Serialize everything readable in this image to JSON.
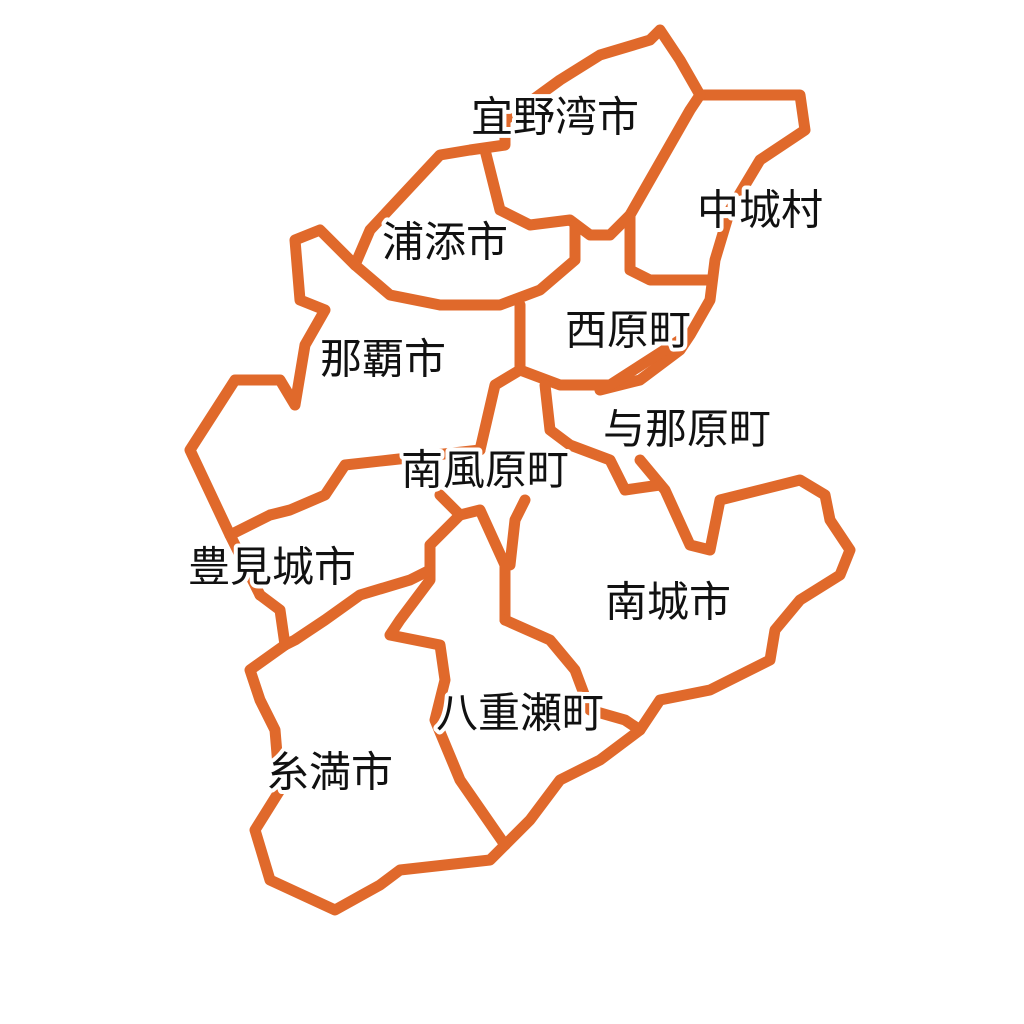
{
  "map": {
    "border_color": "#E0692B",
    "label_color": "#111111",
    "regions": [
      {
        "id": "ginowan",
        "name": "宜野湾市"
      },
      {
        "id": "nakagusuku",
        "name": "中城村"
      },
      {
        "id": "urasoe",
        "name": "浦添市"
      },
      {
        "id": "nishihara",
        "name": "西原町"
      },
      {
        "id": "naha",
        "name": "那覇市"
      },
      {
        "id": "yonabaru",
        "name": "与那原町"
      },
      {
        "id": "haebaru",
        "name": "南風原町"
      },
      {
        "id": "tomigusuku",
        "name": "豊見城市"
      },
      {
        "id": "nanjo",
        "name": "南城市"
      },
      {
        "id": "yaese",
        "name": "八重瀬町"
      },
      {
        "id": "itoman",
        "name": "糸満市"
      }
    ]
  }
}
